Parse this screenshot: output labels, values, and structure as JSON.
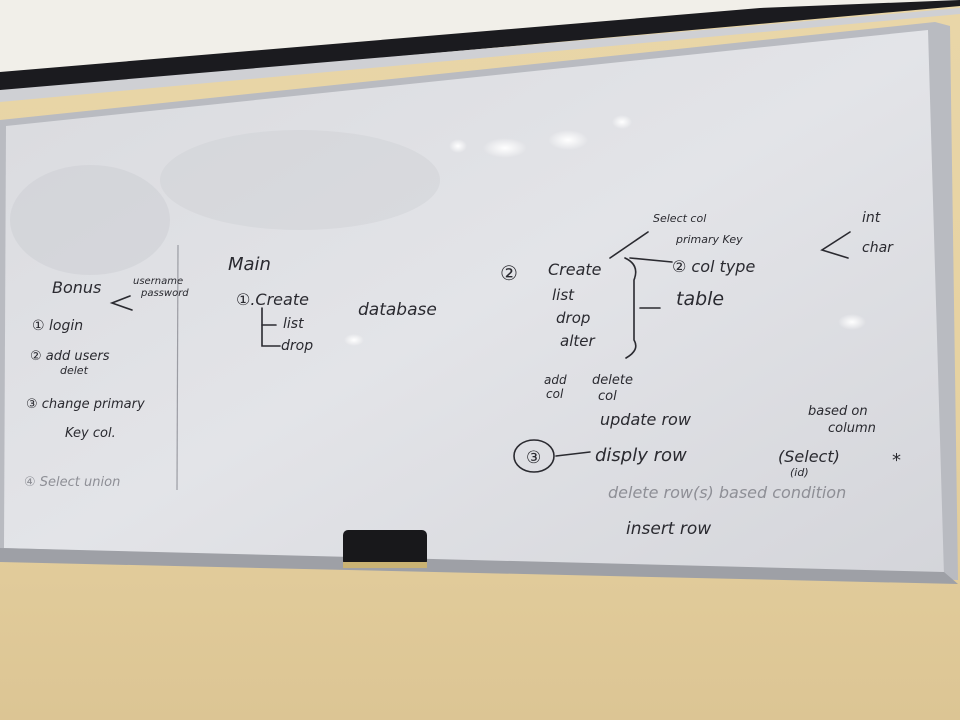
{
  "bonus": {
    "title": "Bonus",
    "login": "① login",
    "credentials": [
      "username",
      "password"
    ],
    "add_users": "② add users",
    "delete": "delet",
    "change_primary": "③ change primary",
    "key_col": "Key col.",
    "select_union": "④ Select union"
  },
  "main": {
    "title": "Main",
    "create": "①.Create",
    "list": "list",
    "drop": "drop",
    "database": "database"
  },
  "table_section": {
    "num": "②",
    "create": "Create",
    "list": "list",
    "drop": "drop",
    "alter": "alter",
    "table": "table",
    "select_col": "Select col",
    "primary_key": "primary Key",
    "col_type": "② col type",
    "int": "int",
    "char": "char",
    "add_col": [
      "add",
      "col"
    ],
    "delete_col": [
      "delete",
      "col"
    ]
  },
  "row_section": {
    "num": "③",
    "update_row": "update row",
    "based_on_column": [
      "based on",
      "column"
    ],
    "display_row": "disply row",
    "select_id": "(Select)",
    "id": "(id)",
    "star": "*",
    "delete_rows": "delete row(s) based condition",
    "insert_row": "insert row"
  }
}
